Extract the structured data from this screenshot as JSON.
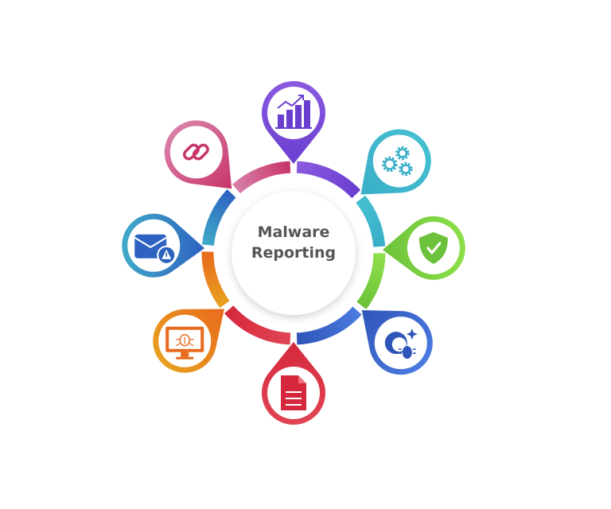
{
  "title": {
    "line1": "Malware",
    "line2": "Reporting"
  },
  "nodes": [
    {
      "id": "analytics",
      "icon": "bar-chart-trend-icon",
      "color": "#6a3fd0",
      "color2": "#8a5ae0",
      "angle": -90
    },
    {
      "id": "settings",
      "icon": "gears-icon",
      "color": "#3aaec8",
      "color2": "#45bfd0",
      "angle": -41
    },
    {
      "id": "protection",
      "icon": "shield-check-icon",
      "color": "#6cc23a",
      "color2": "#8ee04a",
      "angle": -2
    },
    {
      "id": "threat",
      "icon": "bomb-bug-icon",
      "color": "#3055b8",
      "color2": "#4a7ae0",
      "angle": 40
    },
    {
      "id": "report",
      "icon": "document-icon",
      "color": "#d6283c",
      "color2": "#e04555",
      "angle": 90
    },
    {
      "id": "infected-computer",
      "icon": "monitor-bug-icon",
      "color": "#e86a1e",
      "color2": "#e8a020",
      "angle": 141
    },
    {
      "id": "phishing-email",
      "icon": "email-warning-icon",
      "color": "#2d62c0",
      "color2": "#40aac8",
      "angle": 183
    },
    {
      "id": "malicious-link",
      "icon": "link-icon",
      "color": "#c8356a",
      "color2": "#d880a8",
      "angle": 226
    }
  ]
}
